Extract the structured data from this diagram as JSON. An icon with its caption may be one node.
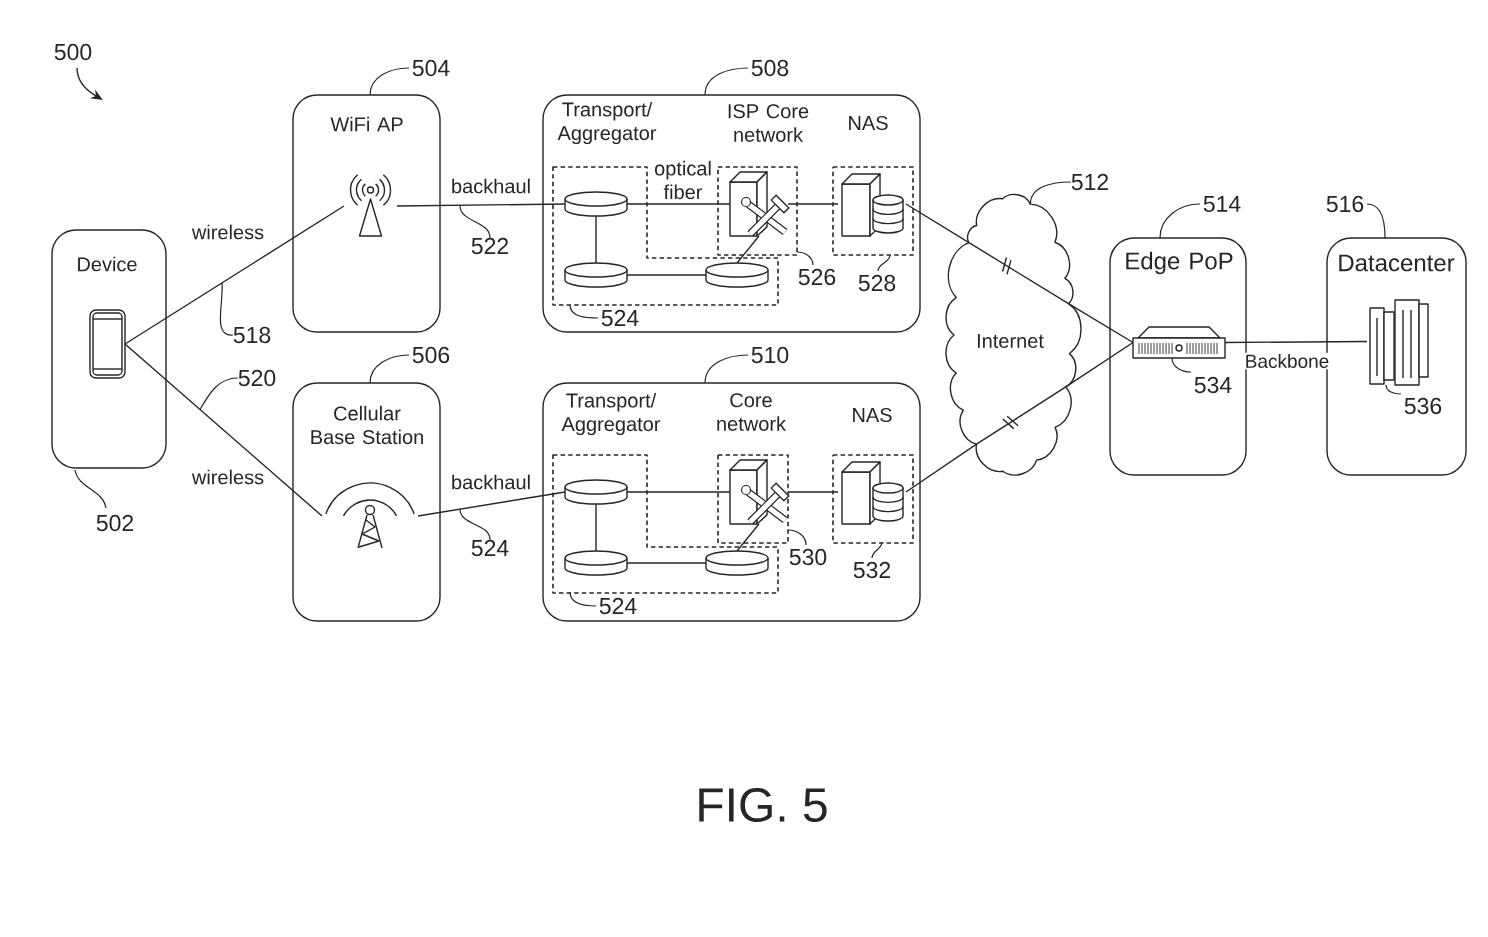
{
  "diagram": {
    "caption": "FIG. 5",
    "nodes": [
      {
        "text": [
          "Device"
        ],
        "beside": [
          "502"
        ]
      },
      {
        "text": [],
        "shape": "picture",
        "in": 0
      },
      {
        "text": [
          "WiFi AP"
        ],
        "beside": [
          "504"
        ]
      },
      {
        "text": [],
        "shape": "picture",
        "in": 2
      },
      {
        "text": [
          "Cellular Base Station"
        ],
        "beside": [
          "506"
        ]
      },
      {
        "text": [],
        "shape": "picture",
        "in": 4
      },
      {
        "text": [
          "Transport/ Aggregator",
          "ISP Core network",
          "NAS"
        ],
        "beside": [
          "508"
        ]
      },
      {
        "text": [],
        "shape": "box",
        "in": 6,
        "beside": [
          "524"
        ]
      },
      {
        "text": [],
        "shape": "cylinder",
        "in": 7
      },
      {
        "text": [],
        "shape": "cylinder",
        "in": 7
      },
      {
        "text": [],
        "shape": "cylinder",
        "in": 7
      },
      {
        "text": [],
        "shape": "box",
        "in": 6,
        "beside": [
          "526"
        ]
      },
      {
        "text": [],
        "shape": "picture",
        "in": 11
      },
      {
        "text": [],
        "shape": "box",
        "in": 6,
        "beside": [
          "528"
        ]
      },
      {
        "text": [],
        "shape": "picture",
        "in": 13
      },
      {
        "text": [
          "Transport/ Aggregator",
          "Core network",
          "NAS"
        ],
        "beside": [
          "510"
        ]
      },
      {
        "text": [],
        "shape": "box",
        "in": 15,
        "beside": [
          "524"
        ]
      },
      {
        "text": [],
        "shape": "cylinder",
        "in": 16
      },
      {
        "text": [],
        "shape": "cylinder",
        "in": 16
      },
      {
        "text": [],
        "shape": "cylinder",
        "in": 16
      },
      {
        "text": [],
        "shape": "box",
        "in": 15,
        "beside": [
          "530"
        ]
      },
      {
        "text": [],
        "shape": "picture",
        "in": 20
      },
      {
        "text": [],
        "shape": "box",
        "in": 15,
        "beside": [
          "532"
        ]
      },
      {
        "text": [],
        "shape": "picture",
        "in": 22
      },
      {
        "text": [
          "Internet"
        ]
      },
      {
        "text": [
          "Edge PoP"
        ],
        "beside": [
          "514"
        ]
      },
      {
        "text": [],
        "shape": "picture",
        "in": 25,
        "beside": [
          "534"
        ]
      },
      {
        "text": [
          "Datacenter"
        ],
        "beside": [
          "516"
        ]
      },
      {
        "text": [],
        "shape": "picture",
        "in": 27,
        "beside": [
          "536"
        ]
      },
      {
        "text": [
          "522"
        ]
      },
      {
        "text": [
          "518"
        ]
      },
      {
        "text": [
          "520"
        ]
      },
      {
        "text": [
          "524"
        ]
      },
      {
        "text": [
          "512"
        ]
      }
    ],
    "edges": [
      {
        "from": 1,
        "to": 3,
        "arrow": "none",
        "label": "wireless"
      },
      {
        "from": 1,
        "to": 5,
        "arrow": "none",
        "label": "wireless"
      },
      {
        "from": 3,
        "to": 8,
        "arrow": "none",
        "label": "backhaul"
      },
      {
        "from": 5,
        "to": 17,
        "arrow": "none",
        "label": "backhaul"
      },
      {
        "from": 8,
        "to": 9,
        "arrow": "none"
      },
      {
        "from": 9,
        "to": 10,
        "arrow": "none"
      },
      {
        "from": 8,
        "to": 12,
        "arrow": "none",
        "label": "optical fiber"
      },
      {
        "from": 10,
        "to": 12,
        "arrow": "none"
      },
      {
        "from": 12,
        "to": 14,
        "arrow": "none"
      },
      {
        "from": 17,
        "to": 18,
        "arrow": "none"
      },
      {
        "from": 18,
        "to": 19,
        "arrow": "none"
      },
      {
        "from": 17,
        "to": 21,
        "arrow": "none"
      },
      {
        "from": 19,
        "to": 21,
        "arrow": "none"
      },
      {
        "from": 21,
        "to": 23,
        "arrow": "none"
      },
      {
        "from": 14,
        "to": 24,
        "arrow": "none"
      },
      {
        "from": 23,
        "to": 24,
        "arrow": "none"
      },
      {
        "from": 26,
        "to": 28,
        "arrow": "none",
        "label": "Backbone"
      },
      {
        "from": 24,
        "to": 26,
        "arrow": "none"
      },
      {
        "from": 24,
        "to": 26,
        "arrow": "none"
      },
      {
        "from": 29,
        "to": null,
        "arrow": "none"
      },
      {
        "from": 30,
        "to": null,
        "arrow": "none"
      },
      {
        "from": 31,
        "to": null,
        "arrow": "none"
      },
      {
        "from": 32,
        "to": null,
        "arrow": "none"
      },
      {
        "from": 33,
        "to": 24,
        "arrow": "none"
      }
    ],
    "labels": [
      "500"
    ]
  }
}
